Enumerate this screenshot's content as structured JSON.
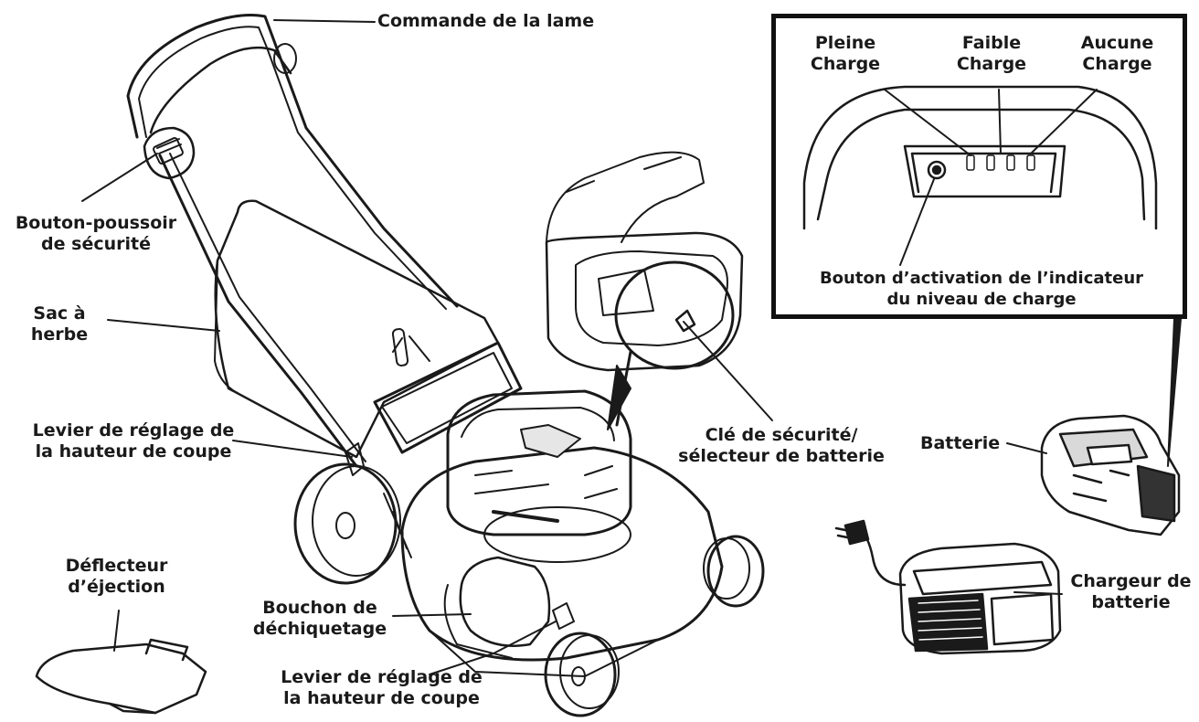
{
  "labels": {
    "commande_lame": "Commande de la lame",
    "bouton_poussoir": [
      "Bouton-poussoir",
      "de sécurité"
    ],
    "sac_herbe": [
      "Sac à",
      "herbe"
    ],
    "levier_haut_1": [
      "Levier de réglage de",
      "la hauteur de coupe"
    ],
    "deflecteur": [
      "Déflecteur",
      "d’éjection"
    ],
    "bouchon": [
      "Bouchon de",
      "déchiquetage"
    ],
    "levier_haut_2": [
      "Levier de réglage de",
      "la hauteur de coupe"
    ],
    "cle_securite": [
      "Clé de sécurité/",
      "sélecteur de batterie"
    ],
    "batterie": "Batterie",
    "chargeur": [
      "Chargeur de",
      "batterie"
    ]
  },
  "inset": {
    "pleine": [
      "Pleine",
      "Charge"
    ],
    "faible": [
      "Faible",
      "Charge"
    ],
    "aucune": [
      "Aucune",
      "Charge"
    ],
    "bouton_activation": [
      "Bouton d’activation de l’indicateur",
      "du niveau de charge"
    ]
  }
}
